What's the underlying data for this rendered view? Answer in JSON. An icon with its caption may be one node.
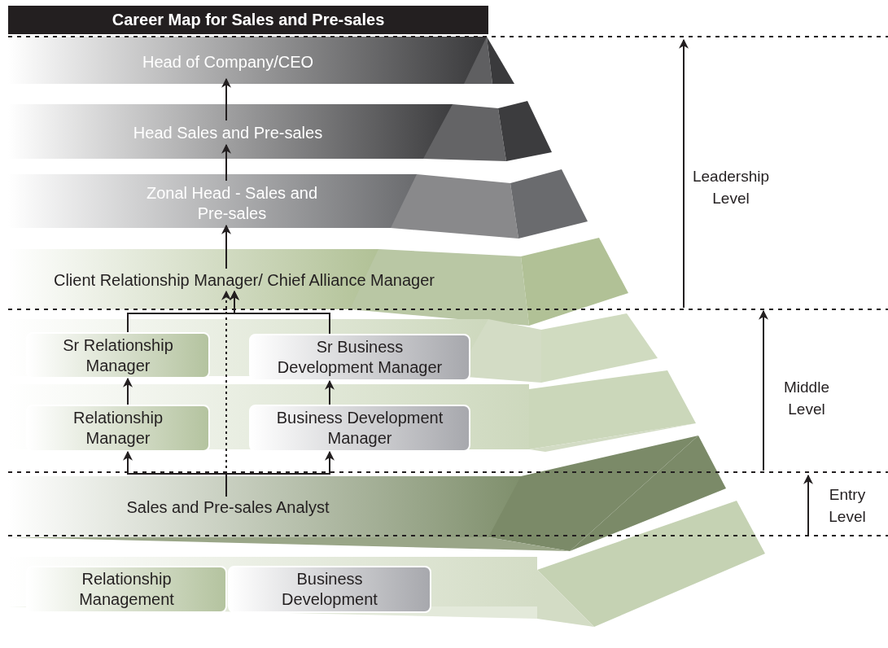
{
  "diagram": {
    "title": "Career Map for Sales and Pre-sales",
    "nodes": [
      {
        "text": [
          "Head of Company/CEO"
        ]
      },
      {
        "text": [
          "Head Sales and Pre-sales"
        ]
      },
      {
        "text": [
          "Zonal Head - Sales and Pre-sales"
        ]
      },
      {
        "text": [
          "Client Relationship Manager/ Chief Alliance Manager"
        ]
      },
      {
        "text": [
          "Sr Relationship Manager"
        ]
      },
      {
        "text": [
          "Sr Business Development Manager"
        ]
      },
      {
        "text": [
          "Relationship Manager"
        ]
      },
      {
        "text": [
          "Business Development Manager"
        ]
      },
      {
        "text": [
          "Sales and Pre-sales Analyst"
        ]
      },
      {
        "text": [
          "Relationship Management"
        ]
      },
      {
        "text": [
          "Business Development"
        ]
      }
    ],
    "edges": [
      {
        "from": 1,
        "to": 0,
        "arrow": "to"
      },
      {
        "from": 2,
        "to": 1,
        "arrow": "to"
      },
      {
        "from": 3,
        "to": 2,
        "arrow": "to"
      },
      {
        "from": 4,
        "to": 3,
        "arrow": "to"
      },
      {
        "from": 5,
        "to": 3,
        "arrow": "to"
      },
      {
        "from": 6,
        "to": 4,
        "arrow": "to"
      },
      {
        "from": 7,
        "to": 5,
        "arrow": "to"
      },
      {
        "from": 8,
        "to": 6,
        "arrow": "to"
      },
      {
        "from": 8,
        "to": 7,
        "arrow": "to"
      },
      {
        "from": 8,
        "to": 3,
        "arrow": "to",
        "style": "dashed"
      }
    ],
    "labels": [
      "Leadership Level",
      "Middle Level",
      "Entry Level"
    ]
  }
}
